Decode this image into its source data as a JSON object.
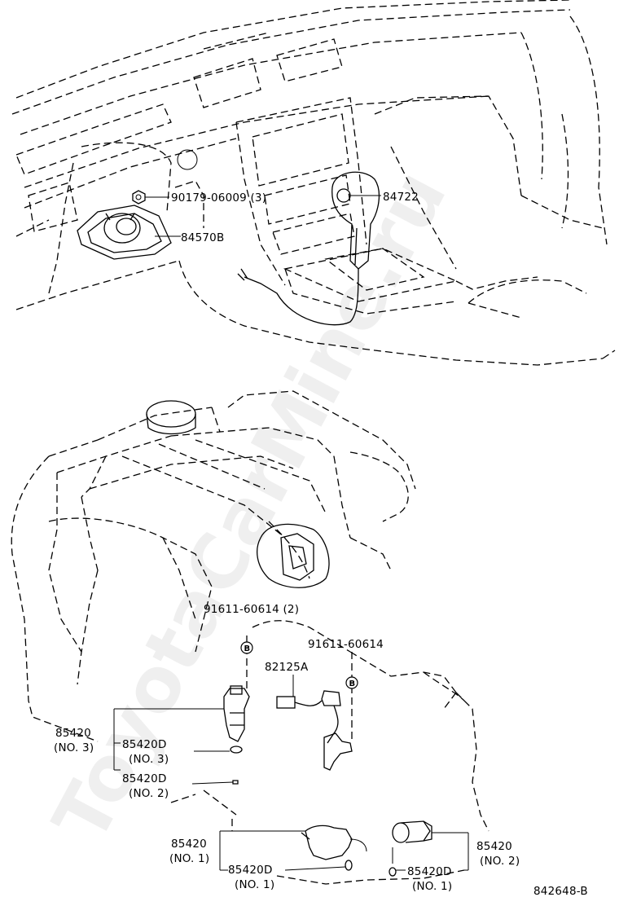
{
  "watermark": "ToyotaCarMine.ru",
  "diagram_code": "842648-B",
  "callouts": {
    "bolt_top": "90179-06009 (3)",
    "switch_assy": "84570B",
    "shift_switch": "84722",
    "bolt_mid_a": "91611-60614 (2)",
    "bolt_mid_b": "91611-60614",
    "wire_harness": "82125A",
    "injector_no3": "85420",
    "injector_no3_sub": "(NO. 3)",
    "seal_no3": "85420D",
    "seal_no3_sub": "(NO. 3)",
    "seal_no2_left": "85420D",
    "seal_no2_left_sub": "(NO. 2)",
    "injector_no1": "85420",
    "injector_no1_sub": "(NO. 1)",
    "seal_no1_left": "85420D",
    "seal_no1_left_sub": "(NO. 1)",
    "injector_no2": "85420",
    "injector_no2_sub": "(NO. 2)",
    "seal_no1_right": "85420D",
    "seal_no1_right_sub": "(NO. 1)"
  },
  "markers": {
    "b1": "B",
    "b2": "B"
  }
}
